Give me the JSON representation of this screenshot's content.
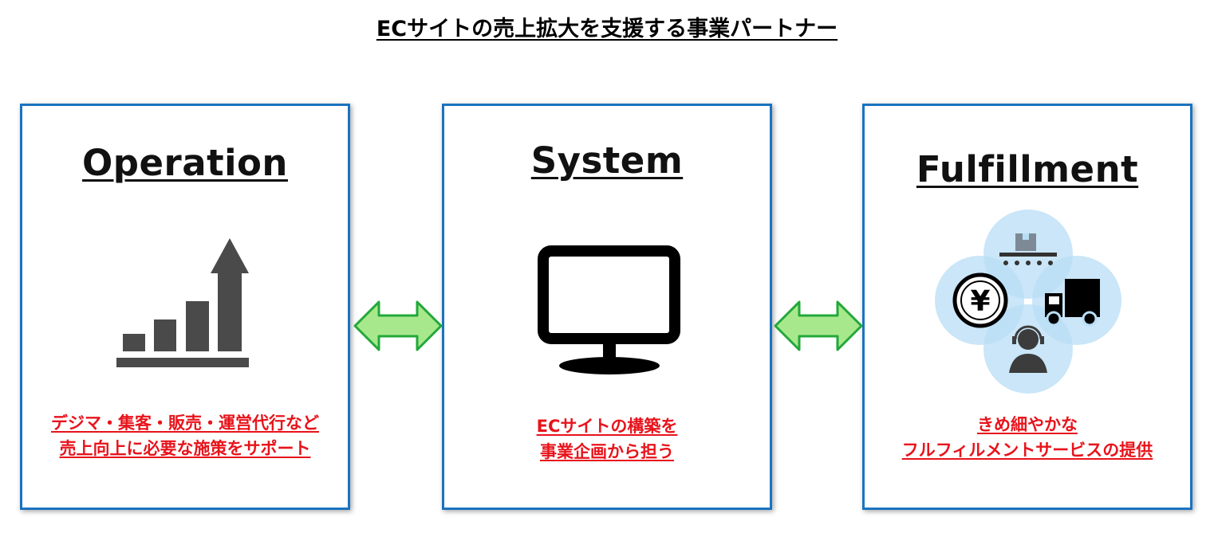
{
  "title": "ECサイトの売上拡大を支援する事業パートナー",
  "cards": [
    {
      "heading": "Operation",
      "icon": "growth-chart-icon",
      "desc_lines": [
        "デジマ・集客・販売・運営代行など",
        "売上向上に必要な施策をサポート"
      ]
    },
    {
      "heading": "System",
      "icon": "monitor-icon",
      "desc_lines": [
        "ECサイトの構築を",
        "事業企画から担う"
      ]
    },
    {
      "heading": "Fulfillment",
      "icon": "fulfillment-venn-icon",
      "desc_lines": [
        "きめ細やかな",
        "フルフィルメントサービスの提供"
      ]
    }
  ],
  "connectors": [
    "double-arrow-icon",
    "double-arrow-icon"
  ],
  "colors": {
    "card_border": "#1a73c0",
    "desc_text": "#e8131b",
    "arrow_fill": "#a8e88c",
    "arrow_stroke": "#22a83a",
    "icon_dark": "#4a4a4a"
  }
}
